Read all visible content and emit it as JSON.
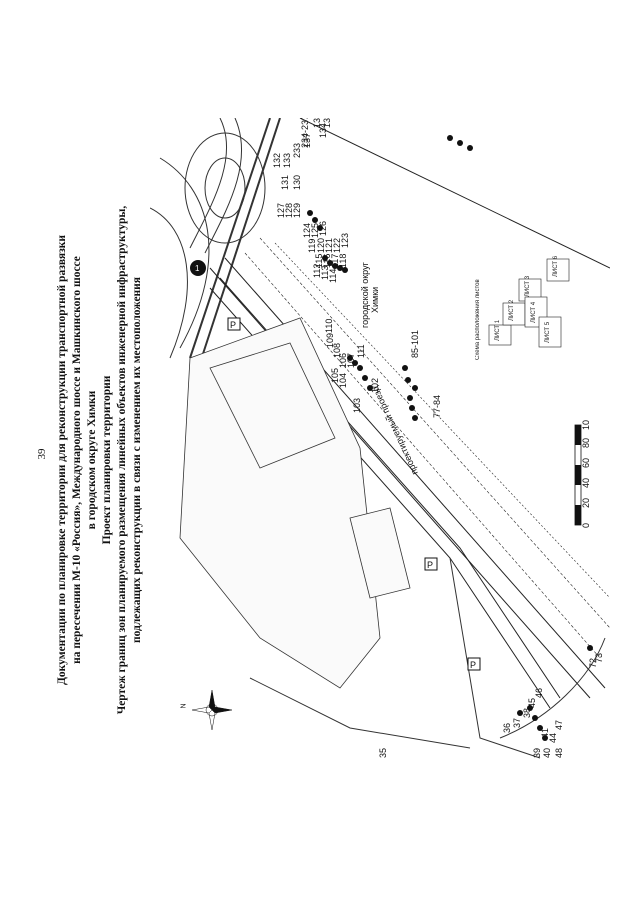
{
  "page_number": "39",
  "title_lines": [
    "Документации по планировке территории для реконструкции транспортной развязки",
    "на пересечении М-10 «Россия», Международного шоссе и Машкинского шоссе",
    "в городском округе Химки",
    "Проект планировки территории",
    "Чертеж границ зон планируемого размещения линейных объектов инженерной инфраструктуры,",
    "подлежащих реконструкции в связи с изменением их местоположения"
  ],
  "map": {
    "district_label_line1": "городской округ",
    "district_label_line2": "Химки",
    "road_label": "проектируемый проезд",
    "parking_symbol": "P",
    "circle_marker": "1",
    "point_labels": [
      "35",
      "36",
      "37",
      "38",
      "39",
      "40",
      "41",
      "44",
      "45",
      "46",
      "47",
      "48",
      "72",
      "73",
      "77-84",
      "85-101",
      "102",
      "103",
      "104",
      "105",
      "106",
      "107",
      "108",
      "109",
      "110",
      "111",
      "112",
      "113",
      "114",
      "115",
      "116",
      "117",
      "118",
      "119",
      "120",
      "121",
      "122",
      "123",
      "124",
      "125",
      "126",
      "127",
      "128",
      "129",
      "130",
      "131",
      "132",
      "133",
      "134",
      "135",
      "136",
      "137",
      "233",
      "234-237"
    ]
  },
  "scale_bar": {
    "ticks": [
      "0",
      "20",
      "40",
      "60",
      "80",
      "100 м"
    ]
  },
  "sheet_scheme": {
    "title": "Схема расположения листов",
    "sheets": [
      "ЛИСТ 1",
      "ЛИСТ 2",
      "ЛИСТ 3",
      "ЛИСТ 4",
      "ЛИСТ 5",
      "ЛИСТ 6"
    ]
  },
  "compass": {
    "north_label": "N"
  }
}
